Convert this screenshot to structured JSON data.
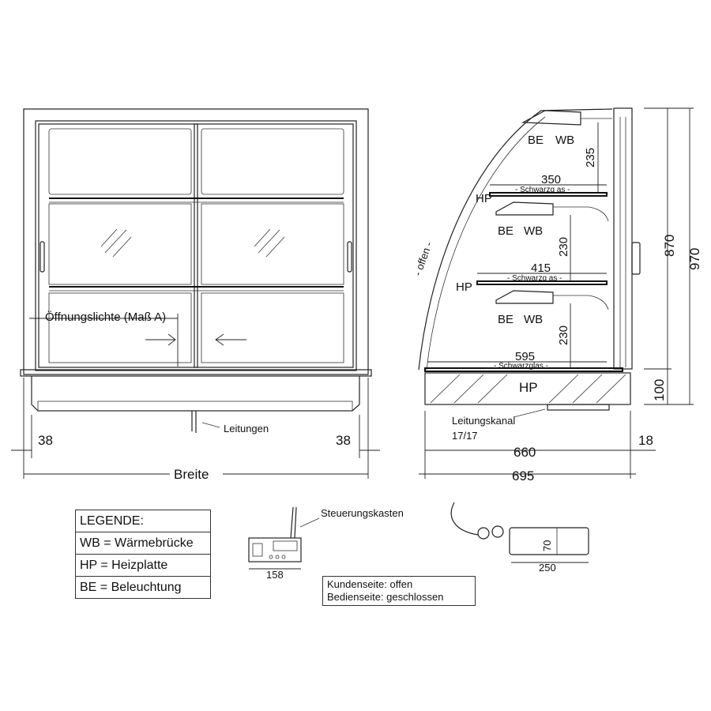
{
  "front_view": {
    "opening_label": "Öffnungslichte (Maß A)",
    "cables_label": "Leitungen",
    "dim_left": "38",
    "dim_right": "38",
    "width_label": "Breite"
  },
  "side_view": {
    "shelf_top": {
      "be": "BE",
      "wb": "WB"
    },
    "dim_235": "235",
    "shelf1": {
      "depth": "350",
      "glass": "- Schwarzg as -",
      "hp": "HP",
      "be": "BE",
      "wb": "WB"
    },
    "dim_230_a": "230",
    "shelf2": {
      "depth": "415",
      "glass": "- Schwarzg as -",
      "hp": "HP",
      "be": "BE",
      "wb": "WB"
    },
    "dim_230_b": "230",
    "base": {
      "depth": "595",
      "glass": "- Schwarzglas -",
      "hp": "HP"
    },
    "open_label": "- offen -",
    "dim_100": "100",
    "dim_870": "870",
    "dim_970": "970",
    "channel_label": "Leitungskanal",
    "channel_size": "17/17",
    "dim_660": "660",
    "dim_18": "18",
    "dim_695": "695"
  },
  "legend": {
    "title": "LEGENDE:",
    "items": [
      "WB = Wärmebrücke",
      "HP = Heizplatte",
      "BE = Beleuchtung"
    ]
  },
  "control_box": {
    "label": "Steuerungskasten",
    "dim": "158"
  },
  "power_unit": {
    "dim_h": "70",
    "dim_w": "250"
  },
  "notes": {
    "line1": "Kundenseite: offen",
    "line2": "Bedienseite: geschlossen"
  }
}
